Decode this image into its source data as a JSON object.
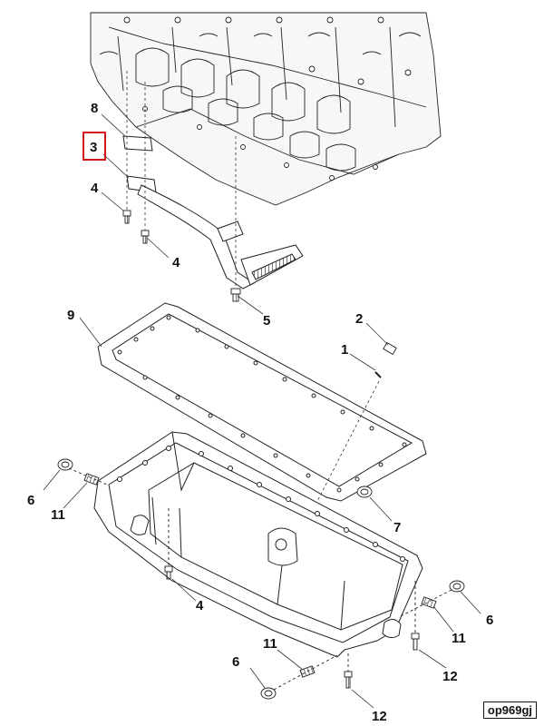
{
  "diagram": {
    "callouts": {
      "c8": "8",
      "c3": "3",
      "c4a": "4",
      "c4b": "4",
      "c5": "5",
      "c9": "9",
      "c2": "2",
      "c1": "1",
      "c6a": "6",
      "c11a": "11",
      "c7": "7",
      "c4c": "4",
      "c6b": "6",
      "c11b": "11",
      "c12a": "12",
      "c11c": "11",
      "c6c": "6",
      "c12b": "12"
    },
    "highlight_color": "#d0141c",
    "reference_code": "op969gj"
  }
}
